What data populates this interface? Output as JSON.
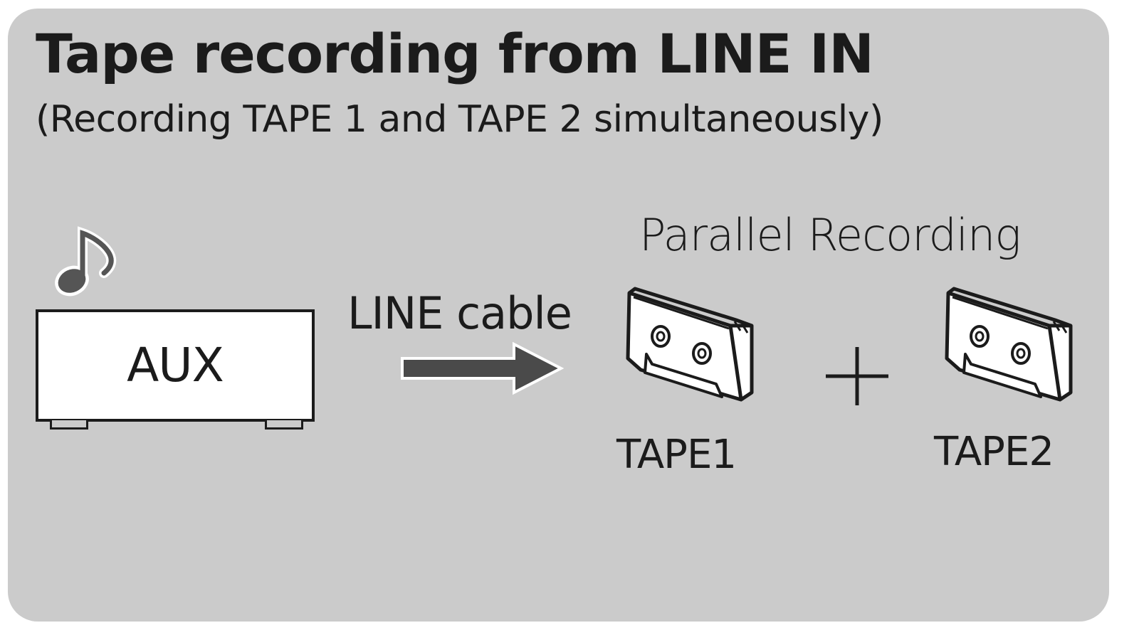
{
  "title": "Tape recording from LINE IN",
  "subtitle": "(Recording TAPE 1 and TAPE 2 simultaneously)",
  "source": {
    "label": "AUX",
    "icon": "music-note-icon"
  },
  "connection": {
    "label": "LINE cable",
    "icon": "arrow-right-icon"
  },
  "recording": {
    "mode_label": "Parallel Recording",
    "combine_symbol": "plus-icon",
    "tapes": [
      {
        "label": "TAPE1",
        "icon": "cassette-tape-icon"
      },
      {
        "label": "TAPE2",
        "icon": "cassette-tape-icon"
      }
    ]
  },
  "colors": {
    "panel_background": "#cbcbcb",
    "ink": "#1b1b1b",
    "arrow_fill": "#4a4a4a",
    "note_fill": "#555555"
  }
}
